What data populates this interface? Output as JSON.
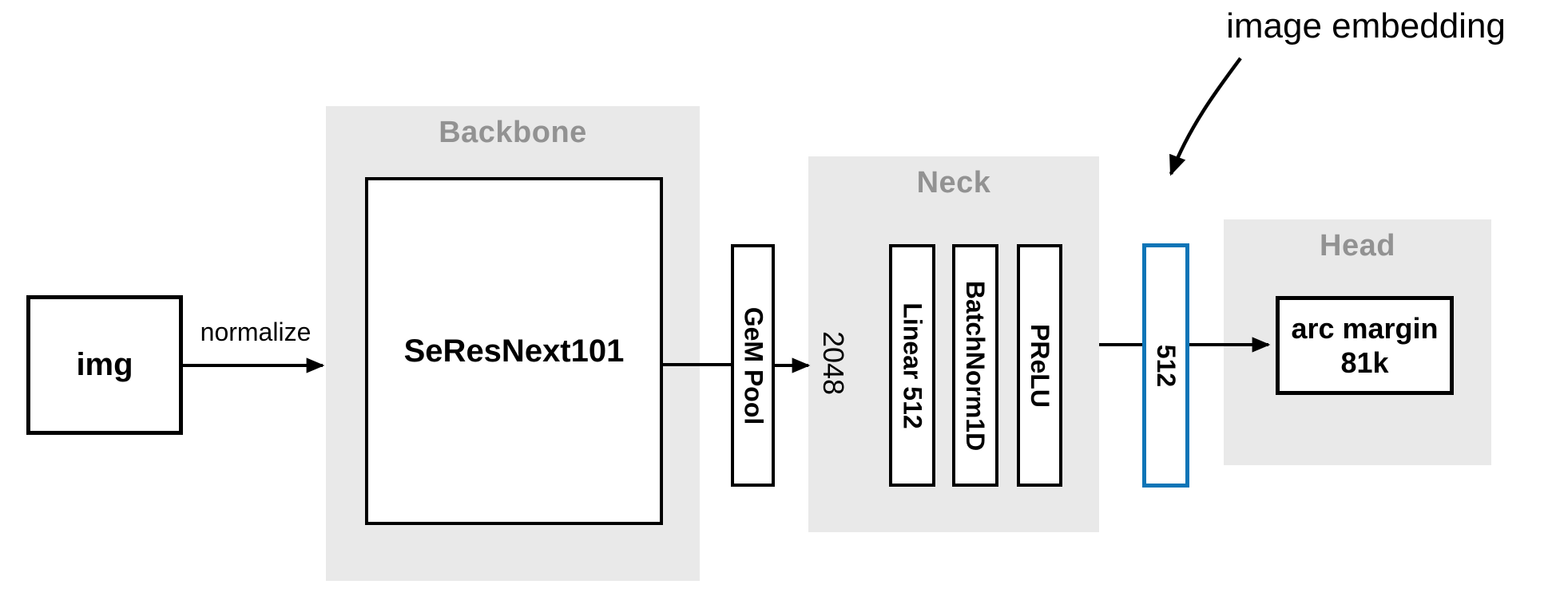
{
  "flow": {
    "input": {
      "label": "img"
    },
    "normalize_label": "normalize",
    "backbone": {
      "title": "Backbone",
      "block": "SeResNext101"
    },
    "pooling": {
      "label": "GeM Pool"
    },
    "pooled_dim": "2048",
    "neck": {
      "title": "Neck",
      "layers": [
        "Linear 512",
        "BatchNorm1D",
        "PReLU"
      ]
    },
    "embedding": {
      "dim": "512",
      "annotation": "image embedding"
    },
    "head": {
      "title": "Head",
      "block_line1": "arc margin",
      "block_line2": "81k"
    }
  },
  "colors": {
    "panel_bg": "#e9e9e9",
    "panel_title": "#929292",
    "embedding_border": "#0e75b7",
    "line": "#000000"
  }
}
